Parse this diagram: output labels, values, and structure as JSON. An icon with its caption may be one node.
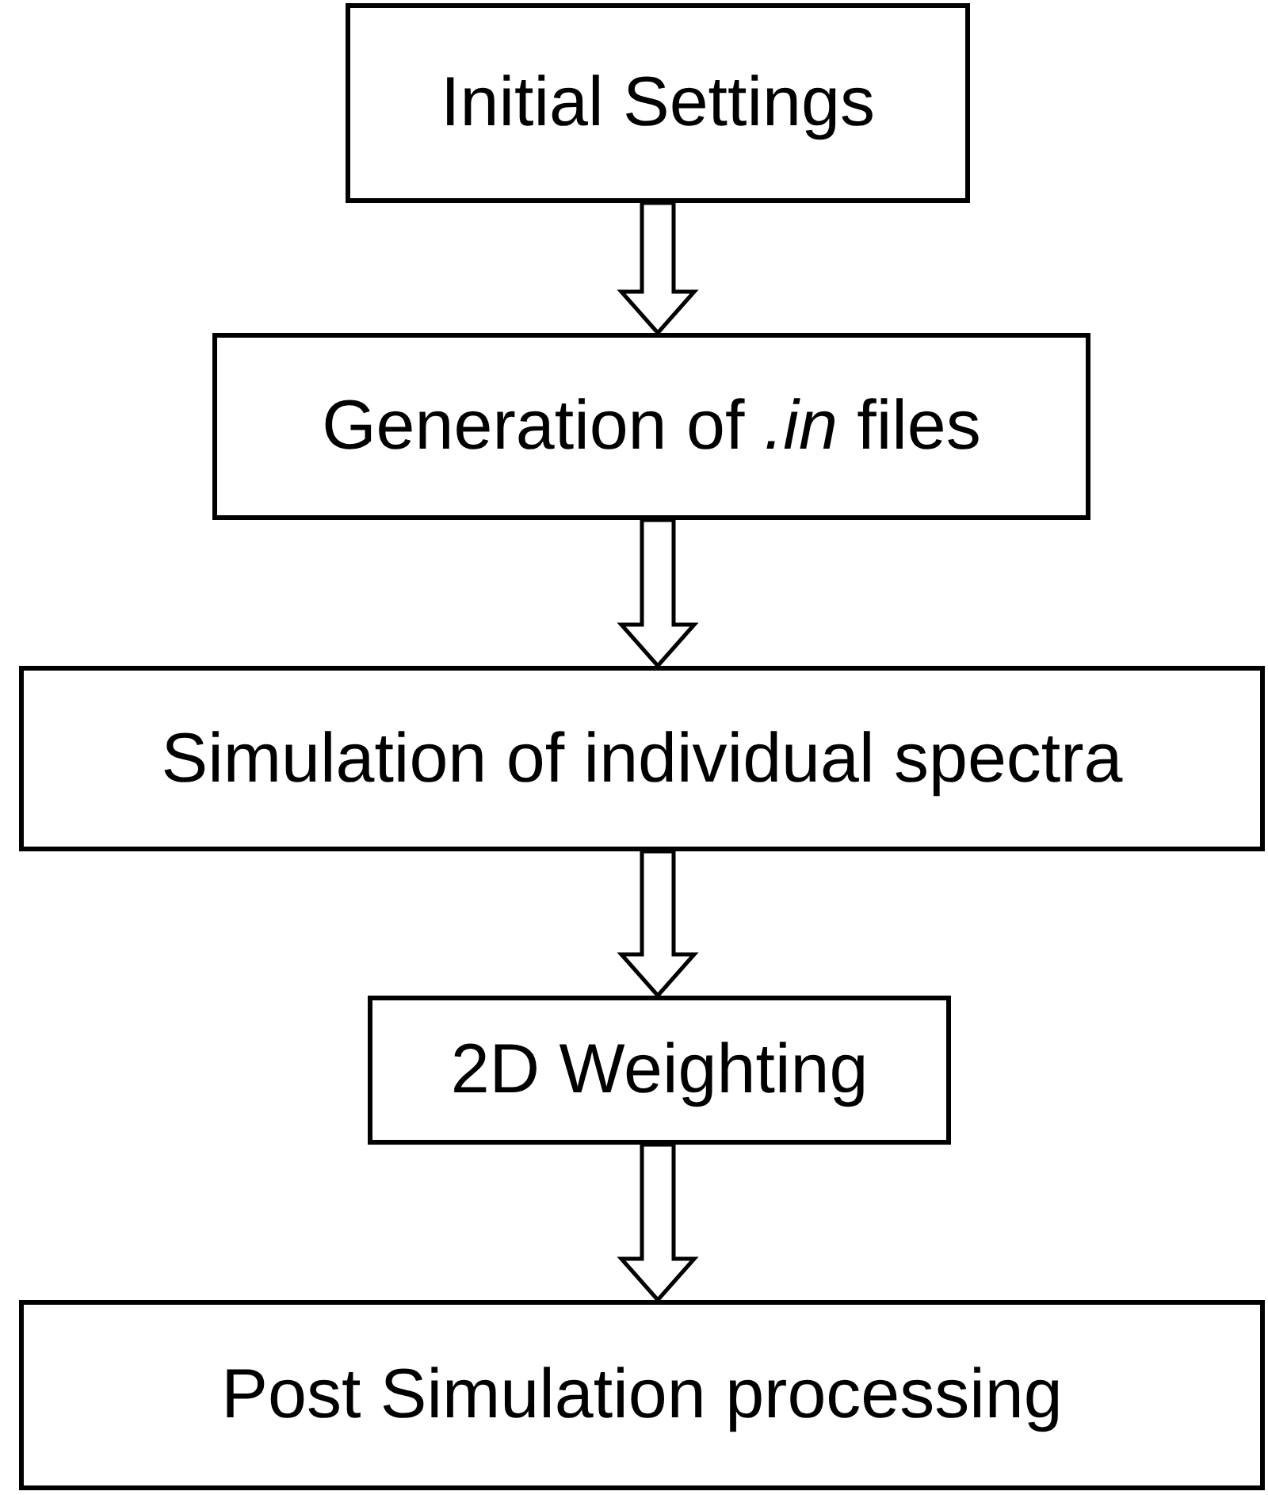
{
  "diagram": {
    "nodes": [
      {
        "text": [
          "Initial Settings"
        ]
      },
      {
        "text": [
          "Generation of *.in* files"
        ]
      },
      {
        "text": [
          "Simulation of individual spectra"
        ]
      },
      {
        "text": [
          "2D Weighting"
        ]
      },
      {
        "text": [
          "Post Simulation processing"
        ]
      }
    ],
    "edges": [
      {
        "from": 0,
        "to": 1,
        "arrow": "to"
      },
      {
        "from": 1,
        "to": 2,
        "arrow": "to"
      },
      {
        "from": 2,
        "to": 3,
        "arrow": "to"
      },
      {
        "from": 3,
        "to": 4,
        "arrow": "to"
      }
    ]
  }
}
